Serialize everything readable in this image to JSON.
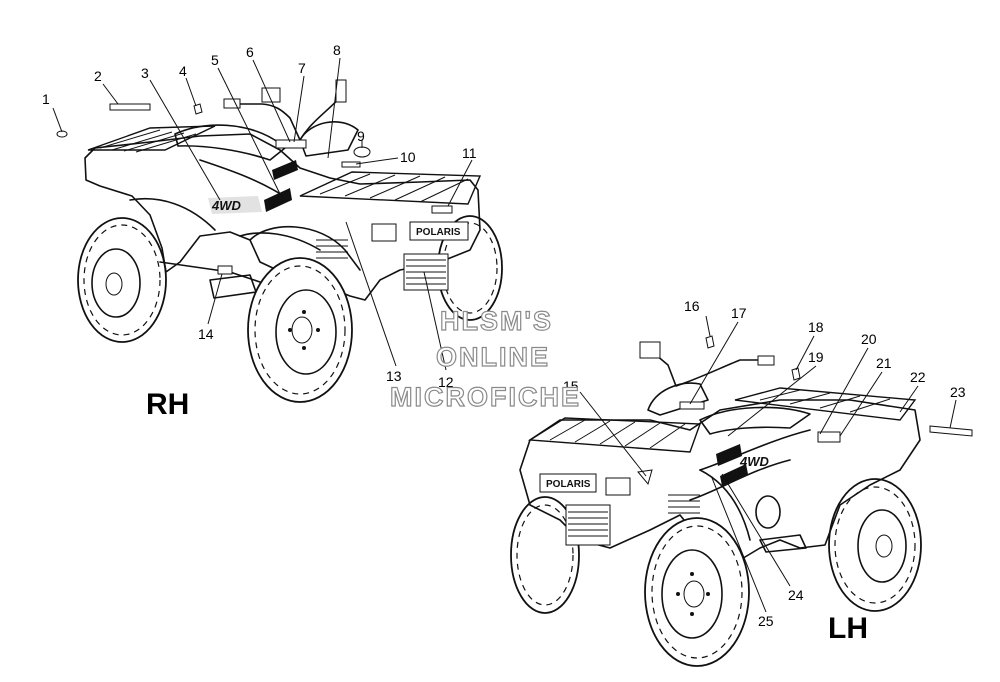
{
  "views": {
    "rh_label": "RH",
    "lh_label": "LH"
  },
  "watermark": {
    "line1": "HLSM'S",
    "line2": "ONLINE",
    "line3": "MICROFICHE"
  },
  "brand_text": "POLARIS",
  "model_text": "4WD",
  "callouts": [
    "1",
    "2",
    "3",
    "4",
    "5",
    "6",
    "7",
    "8",
    "9",
    "10",
    "11",
    "12",
    "13",
    "14",
    "15",
    "16",
    "17",
    "18",
    "19",
    "20",
    "21",
    "22",
    "23",
    "24",
    "25"
  ]
}
